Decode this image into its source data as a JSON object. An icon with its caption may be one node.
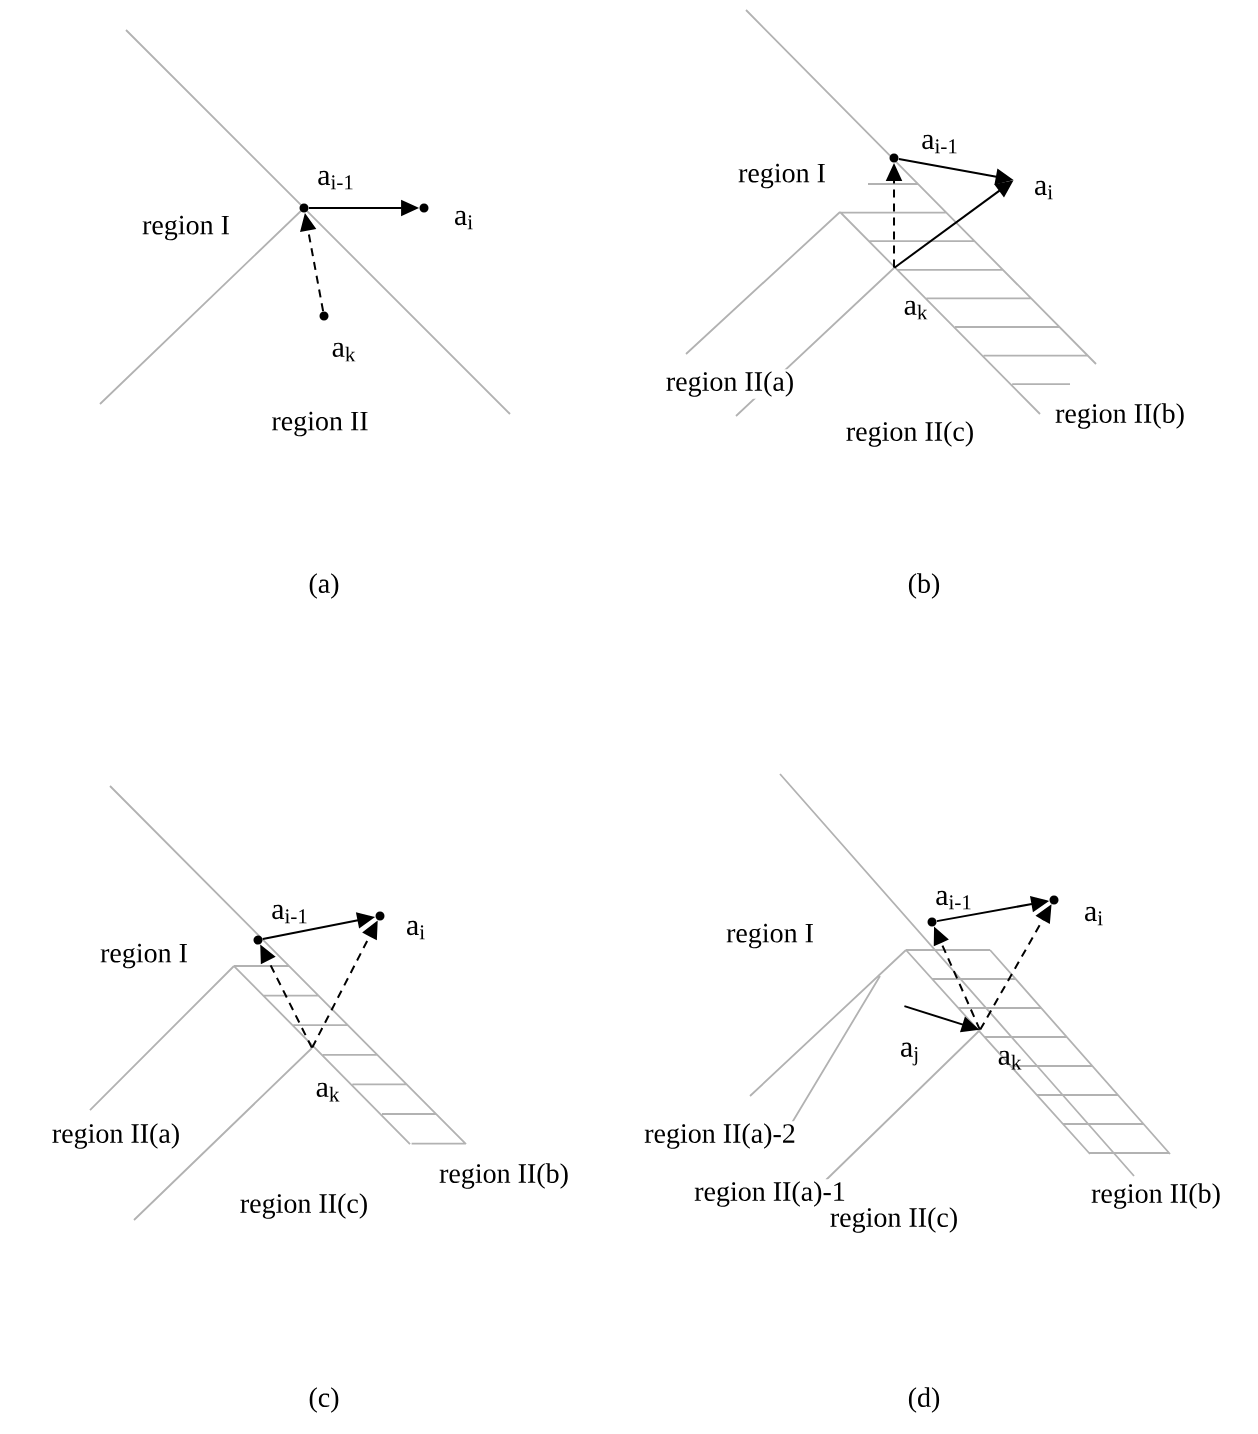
{
  "diagram": {
    "nodes": [
      {
        "text": [
          "a$_{i-1}$"
        ]
      },
      {
        "text": [
          "a$_{i}$"
        ]
      },
      {
        "text": [
          "a$_{k}$"
        ]
      },
      {
        "text": [
          "a$_{i-1}$"
        ]
      },
      {
        "text": [
          "a$_{i}$"
        ]
      },
      {
        "text": [
          "a$_{k}$"
        ]
      },
      {
        "text": [
          "a$_{i-1}$"
        ]
      },
      {
        "text": [
          "a$_{i}$"
        ]
      },
      {
        "text": [
          "a$_{k}$"
        ]
      },
      {
        "text": [
          "a$_{i-1}$"
        ]
      },
      {
        "text": [
          "a$_{i}$"
        ]
      },
      {
        "text": [
          "a$_{j}$"
        ]
      },
      {
        "text": [
          "a$_{k}$"
        ]
      }
    ],
    "edges": [
      {
        "from": 0,
        "to": 1,
        "arrow": "to"
      },
      {
        "from": 2,
        "to": 0,
        "arrow": "to",
        "style": "dashed"
      },
      {
        "from": 3,
        "to": 4,
        "arrow": "to"
      },
      {
        "from": 5,
        "to": 4,
        "arrow": "to"
      },
      {
        "from": 5,
        "to": 3,
        "arrow": "to",
        "style": "dashed"
      },
      {
        "from": 6,
        "to": 7,
        "arrow": "to"
      },
      {
        "from": 8,
        "to": 6,
        "arrow": "to",
        "style": "dashed"
      },
      {
        "from": 8,
        "to": 7,
        "arrow": "to",
        "style": "dashed"
      },
      {
        "from": 9,
        "to": 10,
        "arrow": "to"
      },
      {
        "from": 12,
        "to": 9,
        "arrow": "to",
        "style": "dashed"
      },
      {
        "from": 12,
        "to": 10,
        "arrow": "to",
        "style": "dashed"
      },
      {
        "from": 11,
        "to": 12,
        "arrow": "to"
      }
    ],
    "labels": [
      "region I",
      "region II",
      "(a)",
      "region I",
      "region II(a)",
      "region II(c)",
      "region II(b)",
      "(b)",
      "region I",
      "region II(a)",
      "region II(c)",
      "region II(b)",
      "(c)",
      "region I",
      "region II(a)-2",
      "region II(a)-1",
      "region II(c)",
      "region II(b)",
      "(d)"
    ]
  }
}
